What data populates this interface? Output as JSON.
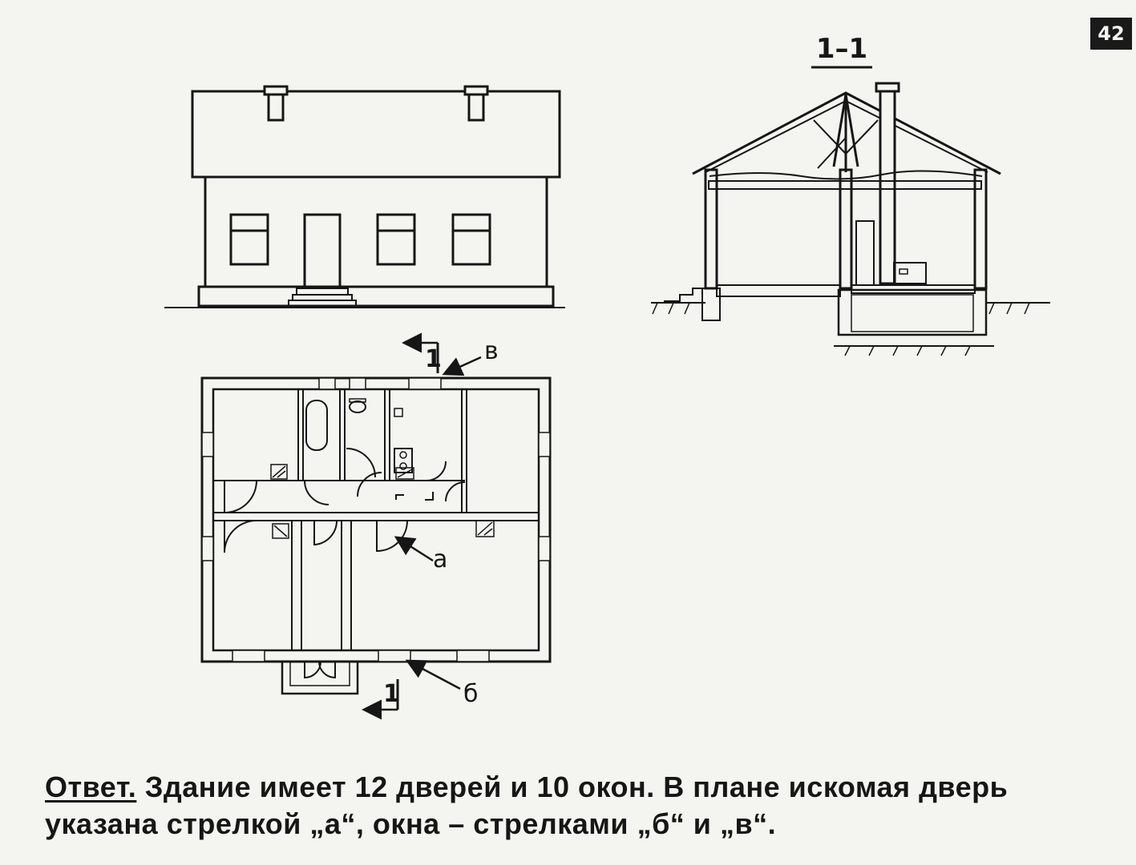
{
  "slide_number": "42",
  "section_label": "1–1",
  "plan_section_mark_top": "1",
  "plan_section_mark_bottom": "1",
  "arrow_labels": {
    "a": "а",
    "b": "б",
    "v": "в"
  },
  "caption": {
    "lead": "Ответ.",
    "line1_rest": " Здание имеет 12 дверей и 10 окон. В плане искомая дверь",
    "line2": "указана стрелкой „а“, окна – стрелками „б“ и „в“."
  }
}
